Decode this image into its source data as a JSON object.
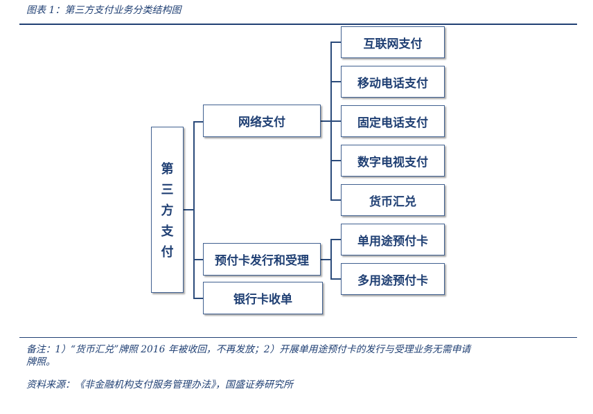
{
  "title": "图表 1：第三方支付业务分类结构图",
  "diagram": {
    "root": "第三方支付",
    "level1": [
      "网络支付",
      "预付卡发行和受理",
      "银行卡收单"
    ],
    "network_children": [
      "互联网支付",
      "移动电话支付",
      "固定电话支付",
      "数字电视支付",
      "货币汇兑"
    ],
    "prepaid_children": [
      "单用途预付卡",
      "多用途预付卡"
    ]
  },
  "notes": {
    "remark_line1": "备注：1）“货币汇兑”牌照 2016 年被收回，不再发放；2）开展单用途预付卡的发行与受理业务无需申请",
    "remark_line2": "牌照。",
    "source": "资料来源：《非金融机构支付服务管理办法》，国盛证券研究所"
  }
}
